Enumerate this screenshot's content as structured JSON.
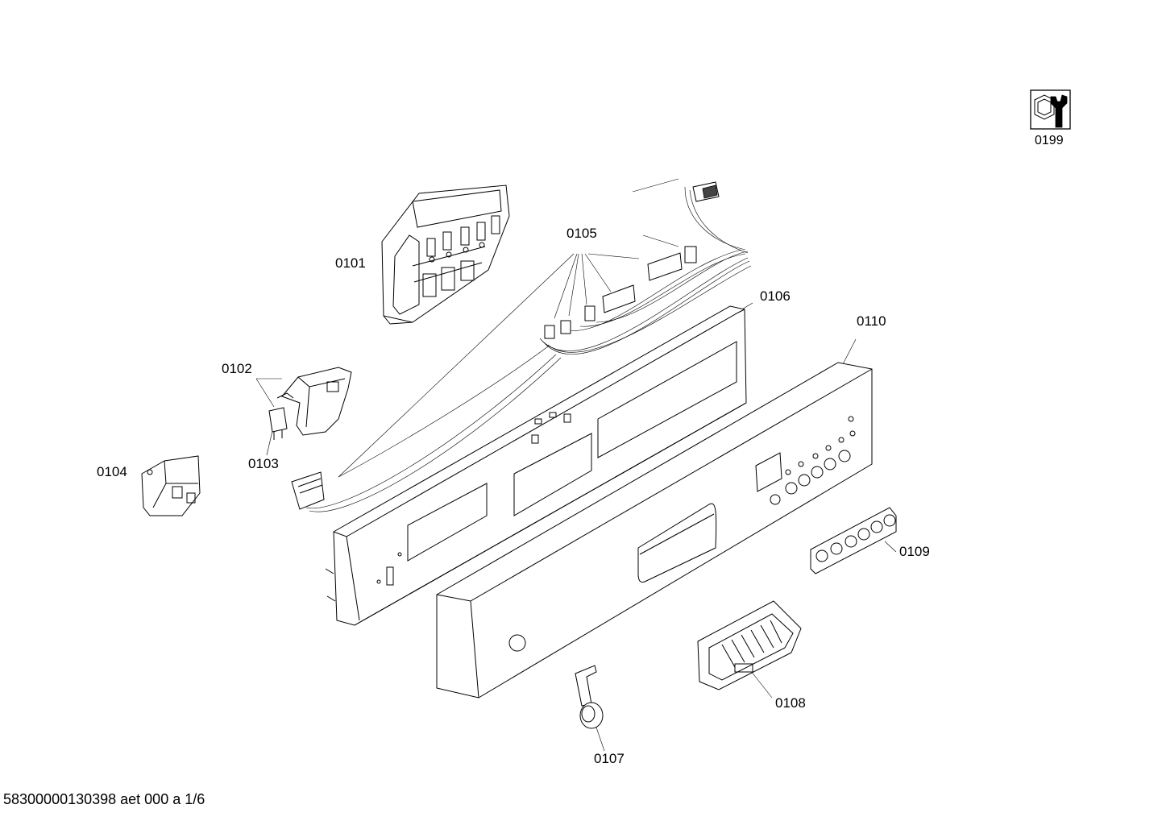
{
  "labels": {
    "p0101": "0101",
    "p0102": "0102",
    "p0103": "0103",
    "p0104": "0104",
    "p0105": "0105",
    "p0106": "0106",
    "p0107": "0107",
    "p0108": "0108",
    "p0109": "0109",
    "p0110": "0110",
    "p0199": "0199"
  },
  "footer": "58300000130398 aet 000 a 1/6",
  "icons": {
    "tool_icon": "wrench-nut-icon"
  }
}
